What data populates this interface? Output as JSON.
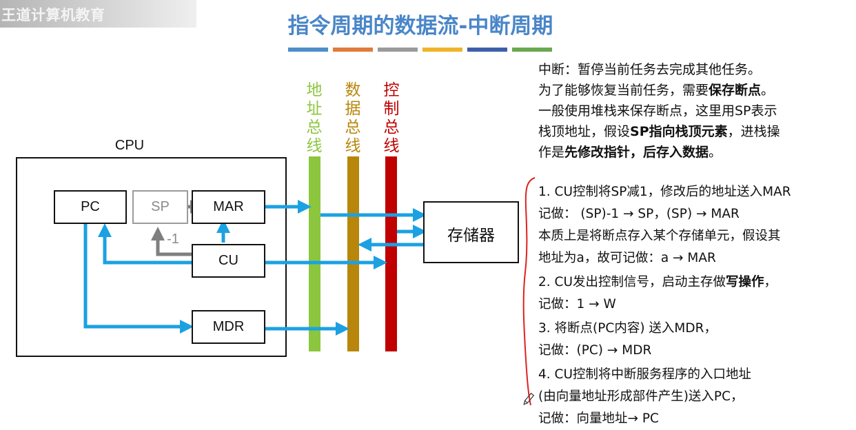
{
  "watermark": "王道计算机教育",
  "title": "指令周期的数据流-中断周期",
  "colors": {
    "title": "#4a86c8",
    "addr_bus": "#8cc63e",
    "data_bus": "#b8860b",
    "ctrl_bus": "#c00000",
    "arrow": "#1ba1e2",
    "sp_arrow": "#7f7f7f",
    "bracket": "#e02020",
    "stripes": [
      "#4e8ec9",
      "#e07b39",
      "#9a9a9a",
      "#f0b429",
      "#3d5fa8",
      "#6aa84f"
    ]
  },
  "diagram": {
    "cpu_label": "CPU",
    "pc": "PC",
    "sp": "SP",
    "mar": "MAR",
    "cu": "CU",
    "mdr": "MDR",
    "minus_one": "-1",
    "memory": "存储器",
    "addr_bus_label": "地址总线",
    "data_bus_label": "数据总线",
    "ctrl_bus_label": "控制总线"
  },
  "intro": {
    "line1": "中断：暂停当前任务去完成其他任务。",
    "line2a": "为了能够恢复当前任务，需要",
    "line2b": "保存断点",
    "line2c": "。",
    "line3": "一般使用堆栈来保存断点，这里用SP表示",
    "line4a": "栈顶地址，假设",
    "line4b": "SP指向栈顶元素",
    "line4c": "，进栈操",
    "line5a": "作是",
    "line5b": "先修改指针，后存入数据",
    "line5c": "。"
  },
  "steps": {
    "s1a": "1. CU控制将SP减1，修改后的地址送入MAR",
    "s1b": "记做：  (SP)-1 → SP，(SP) → MAR",
    "s1c": "本质上是将断点存入某个存储单元，假设其",
    "s1d": "地址为a，故可记做：a → MAR",
    "s2a_pre": "2. CU发出控制信号，启动主存做",
    "s2a_bold": "写操作",
    "s2a_post": "，",
    "s2b": "记做：1 → W",
    "s3a": "3. 将断点(PC内容) 送入MDR，",
    "s3b": "记做：(PC) → MDR",
    "s4a": "4. CU控制将中断服务程序的入口地址",
    "s4b": "(由向量地址形成部件产生)送入PC，",
    "s4c": "记做：向量地址→ PC"
  }
}
